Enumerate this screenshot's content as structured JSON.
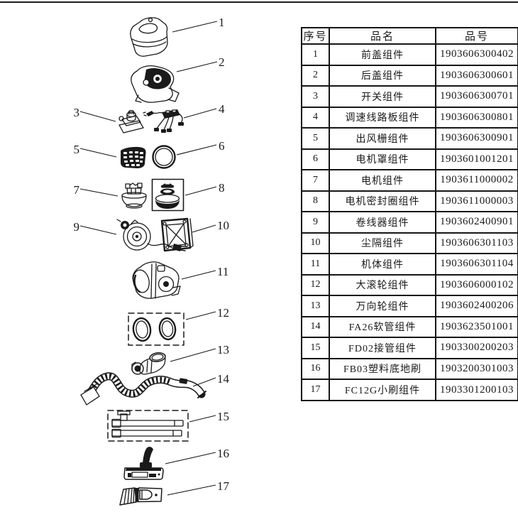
{
  "diagram": {
    "callouts": [
      "1",
      "2",
      "3",
      "4",
      "5",
      "6",
      "7",
      "8",
      "9",
      "10",
      "11",
      "12",
      "13",
      "14",
      "15",
      "16",
      "17"
    ]
  },
  "table": {
    "headers": [
      "序号",
      "品名",
      "品号"
    ],
    "rows": [
      {
        "no": "1",
        "name": "前盖组件",
        "code": "1903606300402"
      },
      {
        "no": "2",
        "name": "后盖组件",
        "code": "1903606300601"
      },
      {
        "no": "3",
        "name": "开关组件",
        "code": "1903606300701"
      },
      {
        "no": "4",
        "name": "调速线路板组件",
        "code": "1903606300801"
      },
      {
        "no": "5",
        "name": "出风栅组件",
        "code": "1903606300901"
      },
      {
        "no": "6",
        "name": "电机罩组件",
        "code": "1903601001201"
      },
      {
        "no": "7",
        "name": "电机组件",
        "code": "1903611000002"
      },
      {
        "no": "8",
        "name": "电机密封圈组件",
        "code": "1903611000003"
      },
      {
        "no": "9",
        "name": "卷线器组件",
        "code": "1903602400901"
      },
      {
        "no": "10",
        "name": "尘隔组件",
        "code": "1903606301103"
      },
      {
        "no": "11",
        "name": "机体组件",
        "code": "1903606301104"
      },
      {
        "no": "12",
        "name": "大滚轮组件",
        "code": "1903606000102"
      },
      {
        "no": "13",
        "name": "万向轮组件",
        "code": "1903602400206"
      },
      {
        "no": "14",
        "name": "FA26软管组件",
        "code": "1903623501001"
      },
      {
        "no": "15",
        "name": "FD02接管组件",
        "code": "1903300200203"
      },
      {
        "no": "16",
        "name": "FB03塑料底地刷",
        "code": "1903200301003"
      },
      {
        "no": "17",
        "name": "FC12G小刷组件",
        "code": "1903301200103"
      }
    ]
  }
}
